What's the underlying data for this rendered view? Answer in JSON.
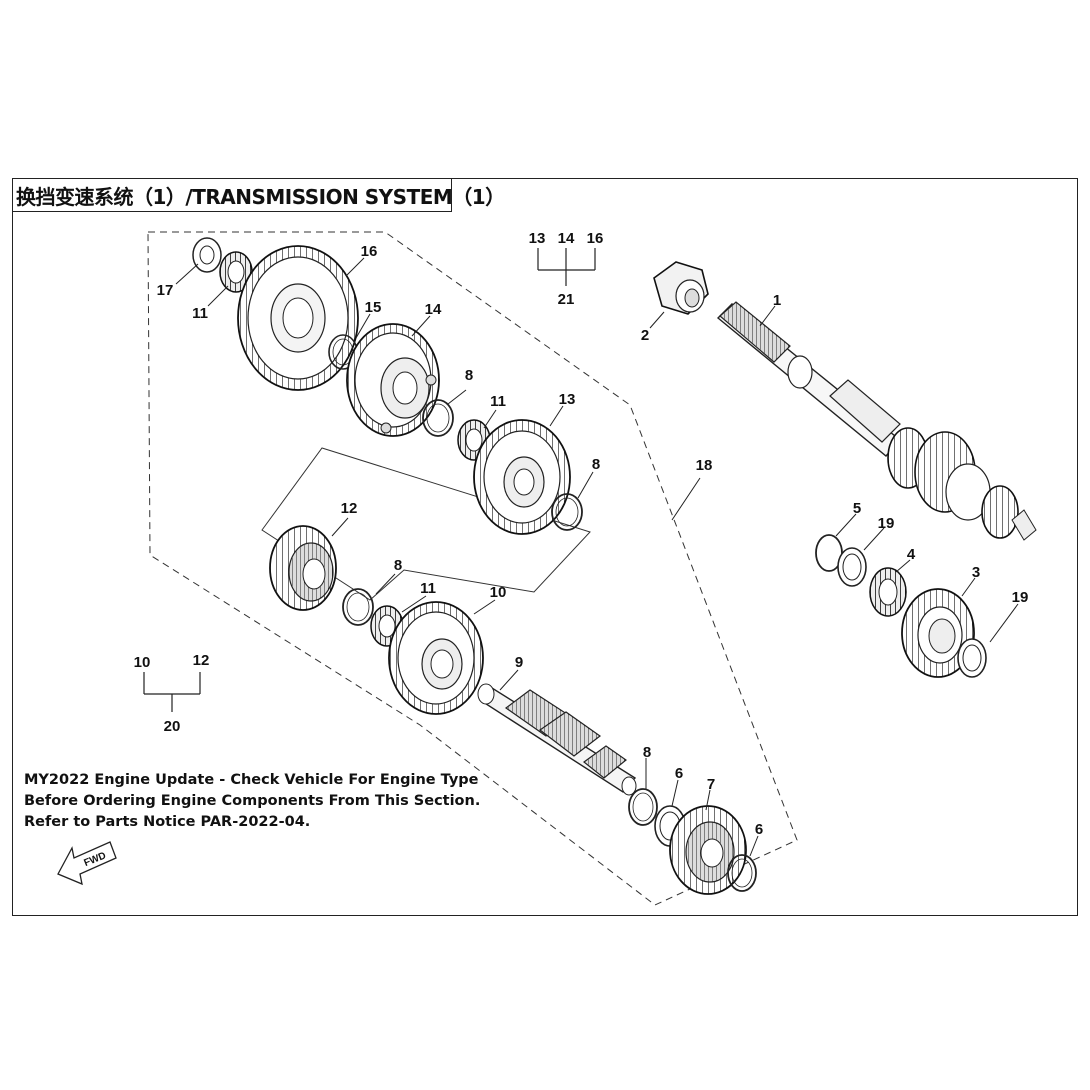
{
  "title": "换挡变速系统（1）/TRANSMISSION SYSTEM（1）",
  "notice": {
    "line1": "MY2022 Engine Update - Check Vehicle For Engine Type",
    "line2": "Before Ordering Engine Components From This Section.",
    "line3": "Refer to Parts Notice PAR-2022-04."
  },
  "fwd_label": "FWD",
  "callouts": {
    "p1": "1",
    "p2": "2",
    "p3": "3",
    "p4": "4",
    "p5": "5",
    "p6a": "6",
    "p6b": "6",
    "p7": "7",
    "p8a": "8",
    "p8b": "8",
    "p8c": "8",
    "p8d": "8",
    "p9": "9",
    "p10": "10",
    "p11a": "11",
    "p11b": "11",
    "p11c": "11",
    "p12": "12",
    "p13": "13",
    "p14": "14",
    "p15": "15",
    "p16": "16",
    "p17": "17",
    "p18": "18",
    "p19a": "19",
    "p19b": "19"
  },
  "assembly_21": {
    "members": [
      "13",
      "14",
      "16"
    ],
    "label": "21"
  },
  "assembly_20": {
    "members": [
      "10",
      "12"
    ],
    "label": "20"
  }
}
